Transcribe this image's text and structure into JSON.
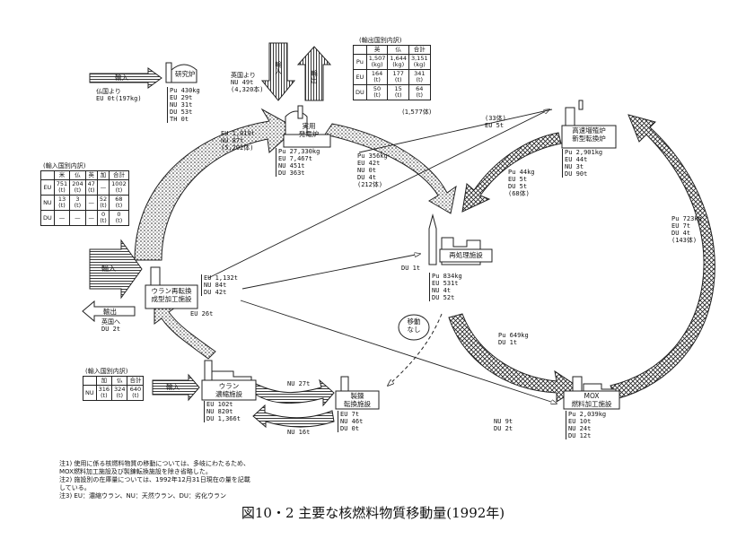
{
  "facilities": {
    "research": "研究炉",
    "power": "実用\n発電炉",
    "fbr": "高速増殖炉\n新型転換炉",
    "reprocess": "再処理施設",
    "urc": "ウラン再転換\n成型加工施設",
    "enrich": "ウラン\n濃縮施設",
    "conv": "製錬\n転換施設",
    "mox": "MOX\n燃料加工施設"
  },
  "arrows": {
    "import": "輸入",
    "export": "輸出"
  },
  "flows": {
    "france_lbl": "仏国より",
    "france_val": "EU 0t(197kg)",
    "uk_lbl": "英国より",
    "uk_val1": "NU 49t",
    "uk_val2": "(4,320本)",
    "research_pu": "Pu 430kg",
    "research_eu": "EU 29t",
    "research_nu": "NU 31t",
    "research_du": "DU 53t",
    "research_th": "TH 0t",
    "power_in_eu": "EU 1,019t",
    "power_in_nu": "NU 87t",
    "power_in_cnt": "(5,202体)",
    "power_pu": "Pu 27,330kg",
    "power_eu": "EU 7,467t",
    "power_nu": "NU 451t",
    "power_du": "DU 363t",
    "power_out_pu": "Pu 356kg",
    "power_out_eu": "EU 42t",
    "power_out_nu": "NU 0t",
    "power_out_du": "DU 4t",
    "power_out_cnt": "(212体)",
    "fbr_in_cnt": "(33体)",
    "fbr_in_eu": "EU 5t",
    "fbr_pu": "Pu 2,901kg",
    "fbr_eu": "EU 44t",
    "fbr_nu": "NU 3t",
    "fbr_du": "DU 90t",
    "fbr_out_pu": "Pu 44kg",
    "fbr_out_eu": "EU 5t",
    "fbr_out_du": "DU 5t",
    "fbr_out_cnt": "(68体)",
    "mox_fbr_pu": "Pu 723kg",
    "mox_fbr_eu": "EU 7t",
    "mox_fbr_du": "DU 4t",
    "mox_fbr_cnt": "(143体)",
    "reproc_du": "DU 1t",
    "reproc_pu": "Pu 834kg",
    "reproc_eu": "EU 531t",
    "reproc_nu": "NU 4t",
    "reproc_du2": "DU 52t",
    "reproc_mox_pu": "Pu 649kg",
    "reproc_mox_du": "DU 1t",
    "no_move": "移動\nなし",
    "urc_eu": "EU 1,132t",
    "urc_nu": "NU 84t",
    "urc_du": "DU 42t",
    "urc_eu_up": "EU 26t",
    "uk_to": "英国へ",
    "uk_to_val": "DU 2t",
    "nu27": "NU 27t",
    "nu16": "NU 16t",
    "enrich_eu": "EU 102t",
    "enrich_nu": "NU 820t",
    "enrich_du": "DU 1,366t",
    "conv_eu": "EU 7t",
    "conv_nu": "NU 46t",
    "conv_du": "DU 0t",
    "nu9": "NU 9t",
    "du2": "DU 2t",
    "mox_pu": "Pu 2,039kg",
    "mox_eu": "EU 10t",
    "mox_nu": "NU 24t",
    "mox_du": "DU 12t"
  },
  "tables": {
    "export_caption": "(輸出国別内訳)",
    "export_headers": [
      "",
      "英",
      "仏",
      "合計"
    ],
    "export_rows": [
      [
        "Pu",
        "1,507\n(kg)",
        "1,644\n(kg)",
        "3,151\n(kg)"
      ],
      [
        "EU",
        "164\n(t)",
        "177\n(t)",
        "341\n(t)"
      ],
      [
        "DU",
        "50\n(t)",
        "15\n(t)",
        "64\n(t)"
      ]
    ],
    "export_total": "(1,577体)",
    "import_caption": "(輸入国別内訳)",
    "import_headers": [
      "",
      "米",
      "仏",
      "英",
      "加",
      "合計"
    ],
    "import_rows": [
      [
        "EU",
        "751\n(t)",
        "204\n(t)",
        "47\n(t)",
        "—",
        "1002\n(t)"
      ],
      [
        "NU",
        "13\n(t)",
        "3\n(t)",
        "—",
        "52\n(t)",
        "68\n(t)"
      ],
      [
        "DU",
        "—",
        "—",
        "—",
        "0\n(t)",
        "0\n(t)"
      ]
    ],
    "import2_caption": "(輸入国別内訳)",
    "import2_headers": [
      "",
      "加",
      "仏",
      "合計"
    ],
    "import2_rows": [
      [
        "NU",
        "316\n(t)",
        "324\n(t)",
        "640\n(t)"
      ]
    ]
  },
  "notes": [
    "注1) 使用に係る核燃料物質の移動については、多岐にわたるため、",
    "   MOX燃料加工施設及び製錬転換施設を除き省略した。",
    "注2) 施設別の在庫量については、1992年12月31日現在の量を記載",
    "   している。",
    "注3) EU：濃縮ウラン、NU：天然ウラン、DU：劣化ウラン"
  ],
  "caption": "図10・2  主要な核燃料物質移動量(1992年)"
}
